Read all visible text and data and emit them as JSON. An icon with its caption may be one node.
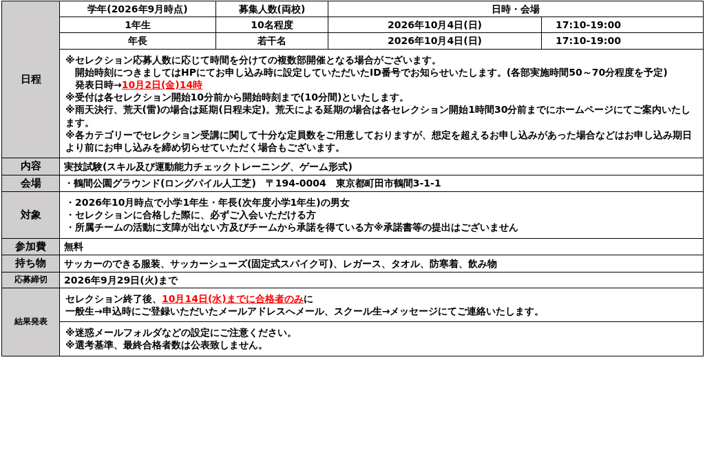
{
  "diagram": {
    "labels": [
      "学年(2026年9月時点)",
      "募集人数(両校)",
      "日時・会場",
      "1年生",
      "10名程度",
      "2026年10月4日(日)",
      "17:10-19:00",
      "年長",
      "若干名",
      "2026年10月4日(日)",
      "17:10-19:00",
      "日程",
      "※セレクション応募人数に応じて時間を分けての複数部開催となる場合がございます。",
      "開始時刻につきましてはHPにてお申し込み時に設定していただいたID番号でお知らせいたします。(各部実施時間50～70分程度を予定)",
      "発表日時→",
      "10月2日(金)14時",
      "※受付は各セレクション開始10分前から開始時刻まで(10分間)といたします。",
      "※雨天決行、荒天(雷)の場合は延期(日程未定)。荒天による延期の場合は各セレクション開始1時間30分前までにホームページにてご案内いたします。",
      "※各カテゴリーでセレクション受講に関して十分な定員数をご用意しておりますが、想定を超えるお申し込みがあった場合などはお申し込み期日より前にお申し込みを締め切らせていただく場合もございます。",
      "内容",
      "実技試験(スキル及び運動能力チェックトレーニング、ゲーム形式)",
      "会場",
      "・鶴間公園グラウンド(ロングパイル人工芝)　〒194-0004　東京都町田市鶴間3-1-1",
      "対象",
      "・2026年10月時点で小学1年生・年長(次年度小学1年生)の男女",
      "・セレクションに合格した際に、必ずご入会いただける方",
      "・所属チームの活動に支障が出ない方及びチームから承諾を得ている方※承諾書等の提出はございません",
      "参加費",
      "無料",
      "持ち物",
      "サッカーのできる服装、サッカーシューズ(固定式スパイク可)、レガース、タオル、防寒着、飲み物",
      "応募締切",
      "2026年9月29日(火)まで",
      "結果発表",
      "セレクション終了後、",
      "10月14日(水)までに合格者のみ",
      "に",
      "一般生→申込時にご登録いただいたメールアドレスへメール、スクール生→メッセージにてご連絡いたします。",
      "※迷惑メールフォルダなどの設定にご注意ください。",
      "※選考基準、最終合格者数は公表致しません。"
    ]
  }
}
